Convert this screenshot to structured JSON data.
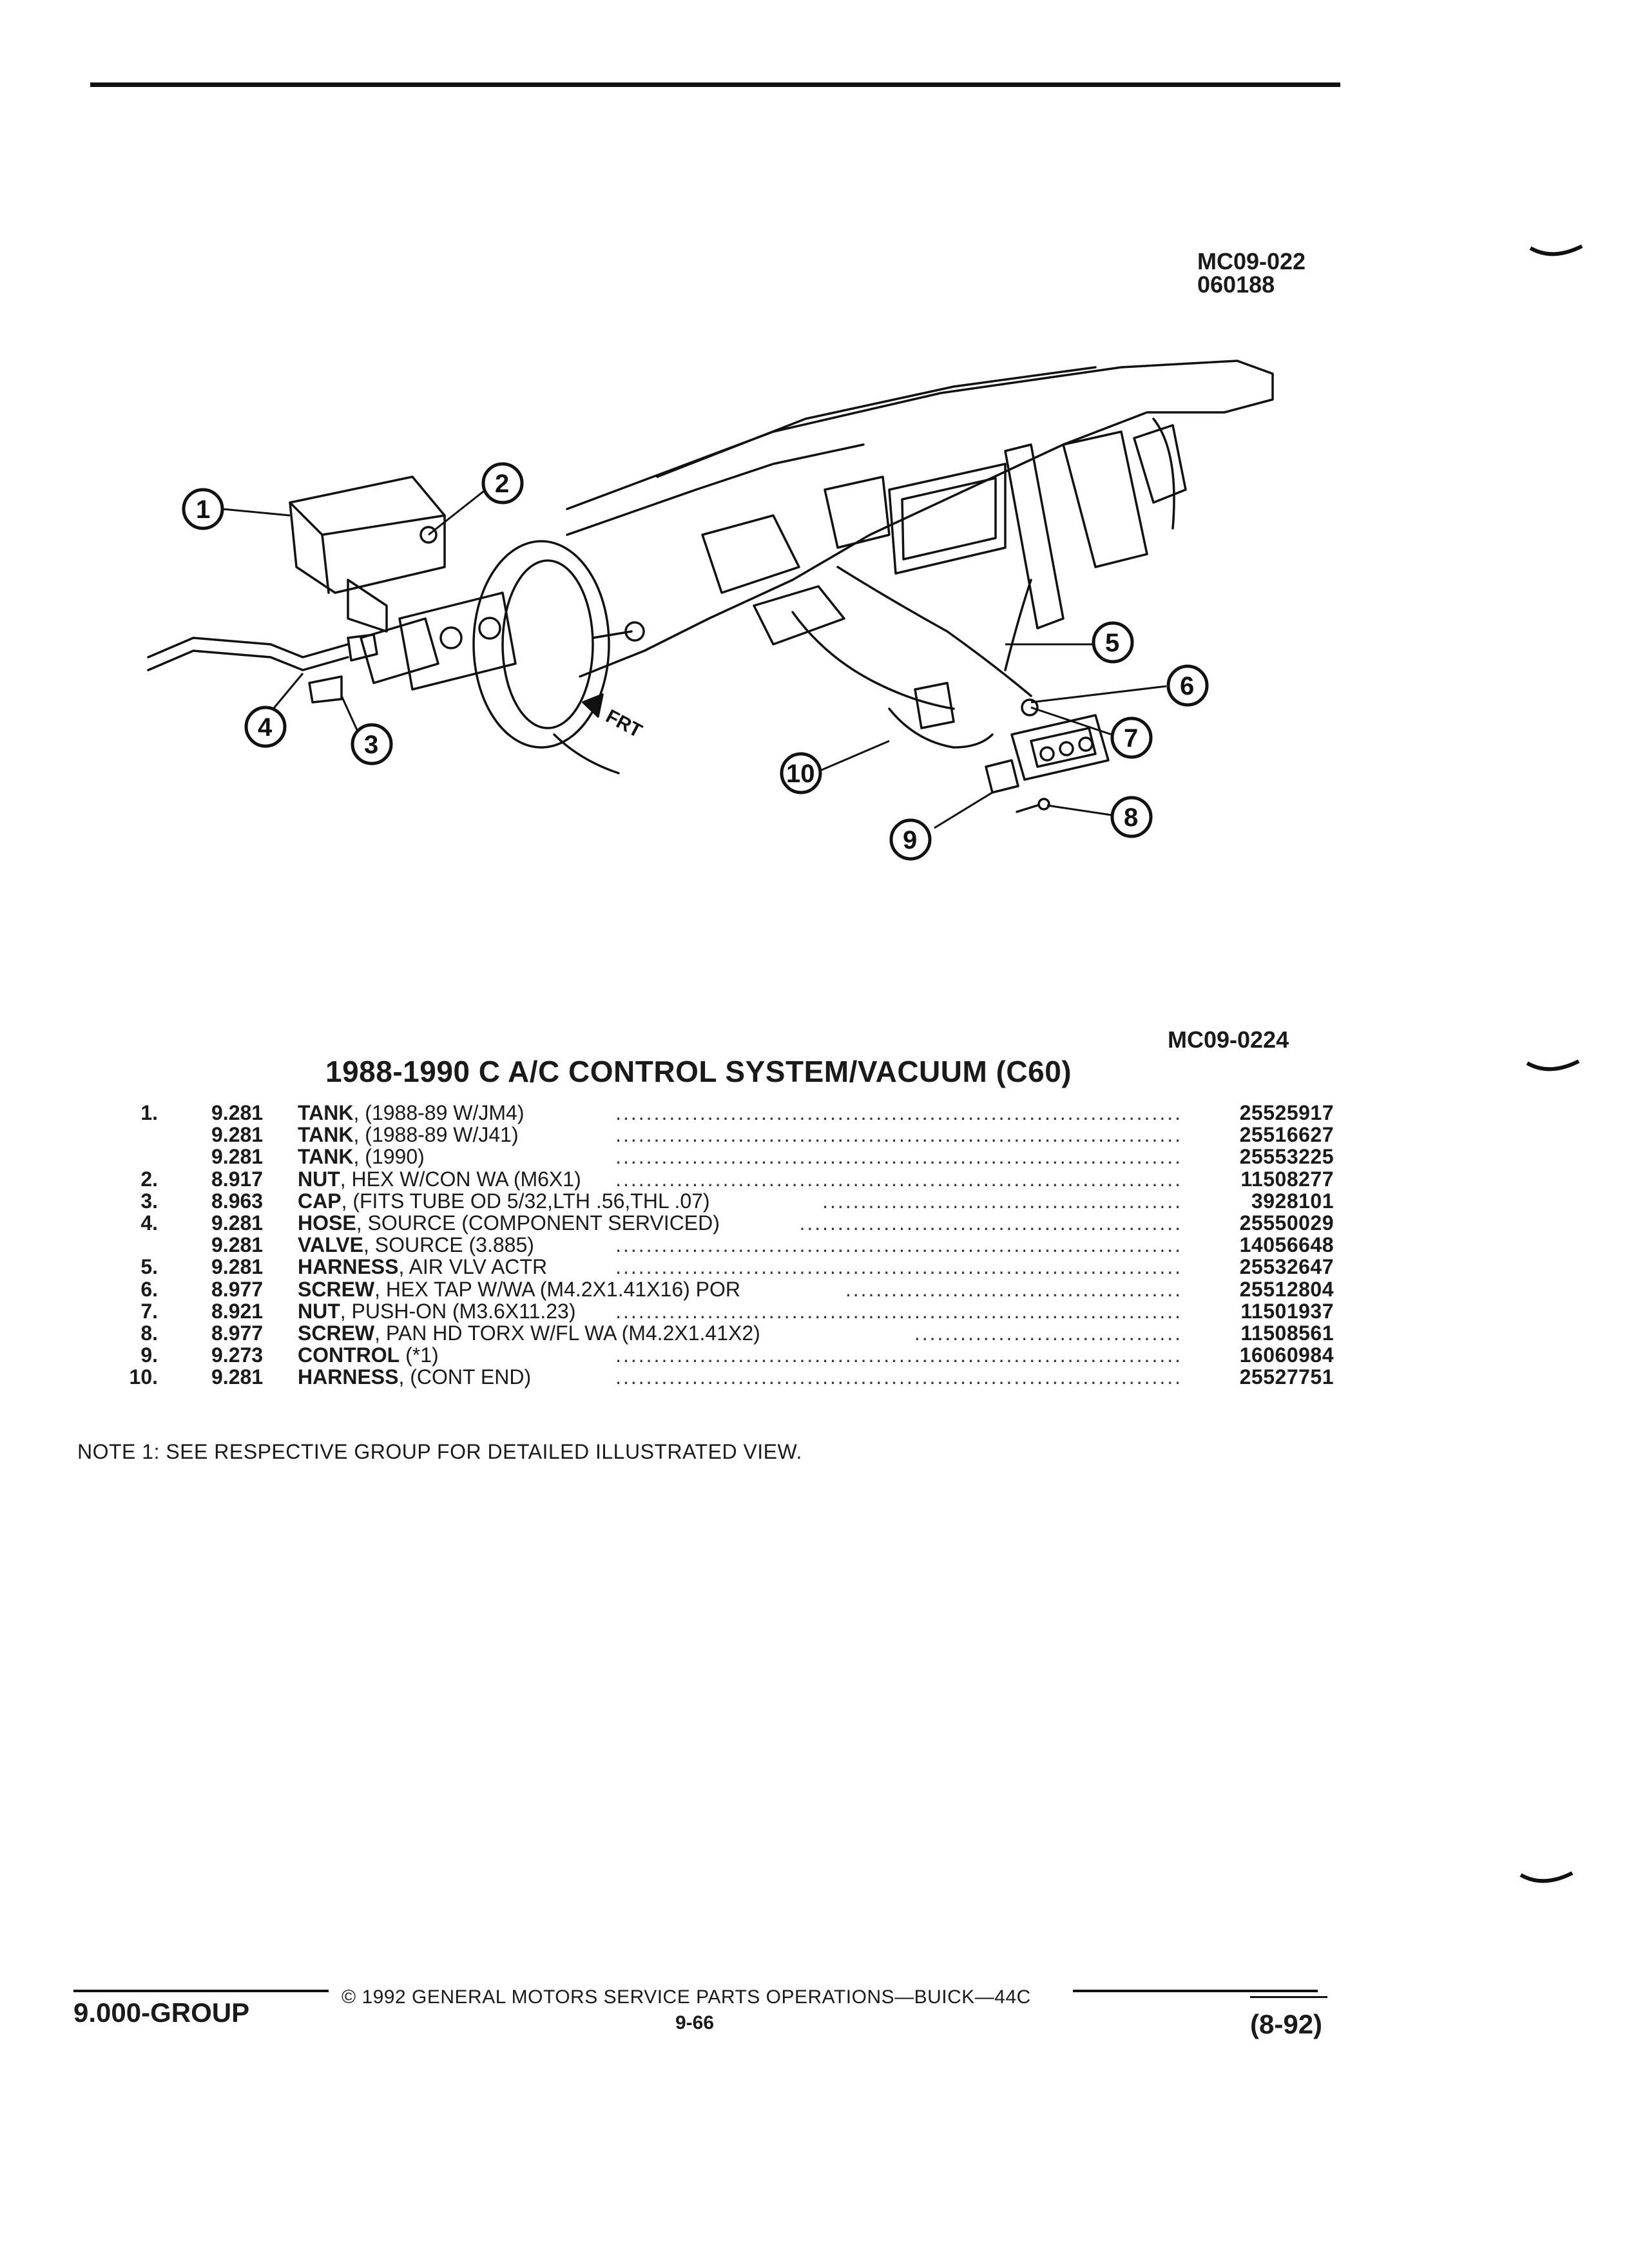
{
  "header": {
    "ref_code_1": "MC09-022",
    "ref_code_2": "060188",
    "illustration_id": "MC09-0224"
  },
  "illustration": {
    "fwd_label": "FRT",
    "callouts": [
      "1",
      "2",
      "3",
      "4",
      "5",
      "6",
      "7",
      "8",
      "9",
      "10"
    ]
  },
  "title": "1988-1990 C A/C CONTROL SYSTEM/VACUUM (C60)",
  "parts": [
    {
      "no": "1.",
      "group": "9.281",
      "name": "TANK",
      "desc": ", (1988-89 W/JM4)",
      "part": "25525917"
    },
    {
      "no": "",
      "group": "9.281",
      "name": "TANK",
      "desc": ", (1988-89 W/J41)",
      "part": "25516627"
    },
    {
      "no": "",
      "group": "9.281",
      "name": "TANK",
      "desc": ", (1990)",
      "part": "25553225"
    },
    {
      "no": "2.",
      "group": "8.917",
      "name": "NUT",
      "desc": ", HEX W/CON WA (M6X1)",
      "part": "11508277"
    },
    {
      "no": "3.",
      "group": "8.963",
      "name": "CAP",
      "desc": ", (FITS TUBE OD 5/32,LTH .56,THL .07)",
      "part": "3928101"
    },
    {
      "no": "4.",
      "group": "9.281",
      "name": "HOSE",
      "desc": ", SOURCE (COMPONENT SERVICED)",
      "part": "25550029"
    },
    {
      "no": "",
      "group": "9.281",
      "name": "VALVE",
      "desc": ", SOURCE (3.885)",
      "part": "14056648"
    },
    {
      "no": "5.",
      "group": "9.281",
      "name": "HARNESS",
      "desc": ", AIR VLV ACTR",
      "part": "25532647"
    },
    {
      "no": "6.",
      "group": "8.977",
      "name": "SCREW",
      "desc": ", HEX TAP W/WA (M4.2X1.41X16) POR",
      "part": "25512804"
    },
    {
      "no": "7.",
      "group": "8.921",
      "name": "NUT",
      "desc": ", PUSH-ON (M3.6X11.23)",
      "part": "11501937"
    },
    {
      "no": "8.",
      "group": "8.977",
      "name": "SCREW",
      "desc": ", PAN HD TORX W/FL WA (M4.2X1.41X2)",
      "part": "11508561"
    },
    {
      "no": "9.",
      "group": "9.273",
      "name": "CONTROL",
      "desc": " (*1)",
      "part": "16060984"
    },
    {
      "no": "10.",
      "group": "9.281",
      "name": "HARNESS",
      "desc": ", (CONT END)",
      "part": "25527751"
    }
  ],
  "note": "NOTE  1:  SEE RESPECTIVE GROUP FOR DETAILED ILLUSTRATED VIEW.",
  "footer": {
    "group": "9.000-GROUP",
    "copyright": "©  1992  GENERAL MOTORS SERVICE PARTS OPERATIONS—BUICK—44C",
    "page": "9-66",
    "date": "(8-92)"
  },
  "colors": {
    "ink": "#111111",
    "paper": "#ffffff"
  }
}
